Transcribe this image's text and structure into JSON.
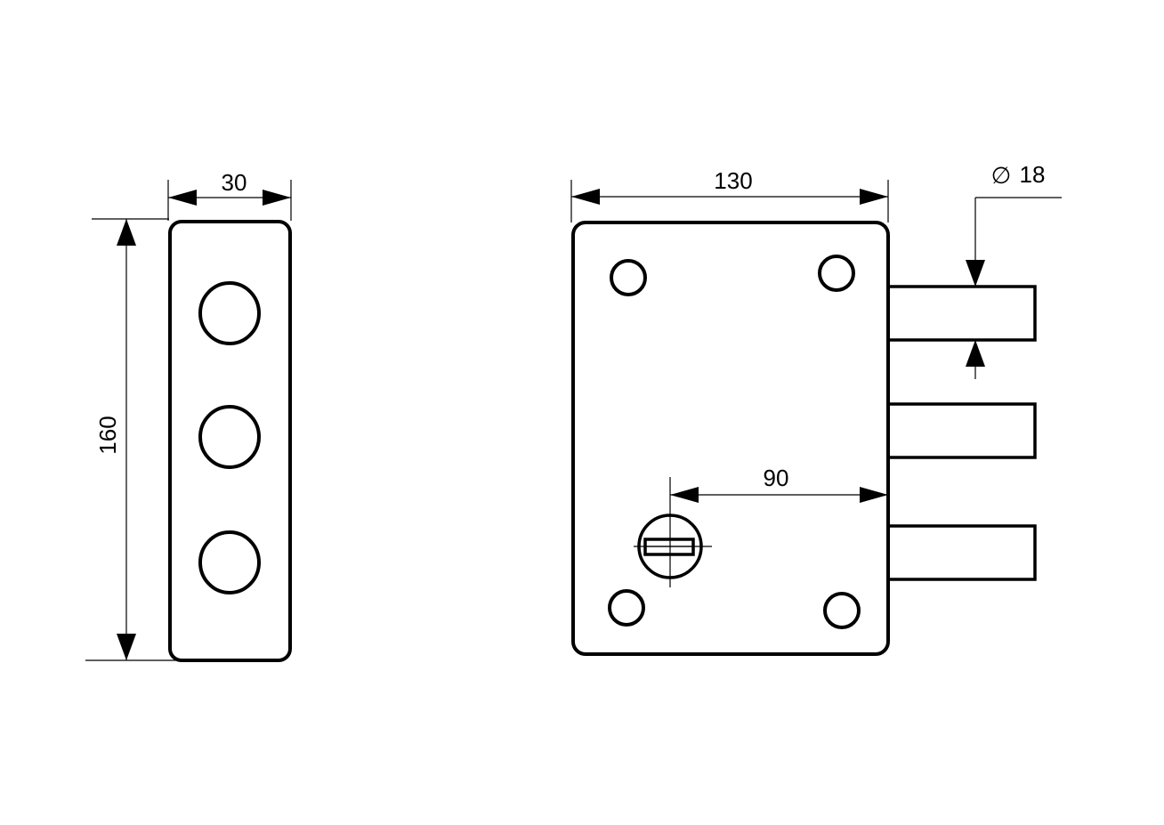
{
  "colors": {
    "line": "#000000",
    "background": "#ffffff"
  },
  "side_view": {
    "width_label": "30",
    "height_label": "160",
    "hole_count": 3
  },
  "front_view": {
    "width_label": "130",
    "key_offset_label": "90",
    "bolt_diameter_label": "18",
    "diameter_symbol": "∅",
    "bolt_count": 3,
    "mounting_hole_count": 4
  }
}
